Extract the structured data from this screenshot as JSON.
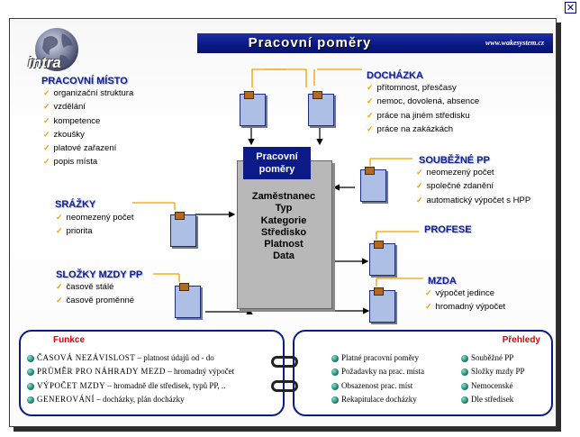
{
  "title": "Pracovní poměry",
  "site": "www.wakesystem.cz",
  "logo_text": "intra",
  "center": {
    "header": [
      "Pracovní",
      "poměry"
    ],
    "items": [
      "Zaměstnanec",
      "Typ",
      "Kategorie",
      "Středisko",
      "Platnost",
      "Data"
    ]
  },
  "sections": {
    "pracovni_misto": {
      "title": "PRACOVNÍ MÍSTO",
      "items": [
        "organizační struktura",
        "vzdělání",
        "kompetence",
        "zkoušky",
        "platové zařazení",
        "popis místa"
      ]
    },
    "dochazka": {
      "title": "DOCHÁZKA",
      "items": [
        "přítomnost, přesčasy",
        "nemoc, dovolená, absence",
        "práce na jiném středisku",
        "práce na zakázkách"
      ]
    },
    "soubezne": {
      "title": "SOUBĚŽNÉ PP",
      "items": [
        "neomezený počet",
        "společné zdanění",
        "automatický výpočet s HPP"
      ]
    },
    "srazky": {
      "title": "SRÁŽKY",
      "items": [
        "neomezený počet",
        "priorita"
      ]
    },
    "profese": {
      "title": "PROFESE"
    },
    "slozky": {
      "title": "SLOŽKY MZDY PP",
      "items": [
        "časově stálé",
        "časově proměnné"
      ]
    },
    "mzda": {
      "title": "MZDA",
      "items": [
        "výpočet jedince",
        "hromadný výpočet"
      ]
    }
  },
  "funkce": {
    "title": "Funkce",
    "items": [
      {
        "lead": "ČASOVÁ NEZÁVISLOST",
        "rest": " – platnost údajů od - do"
      },
      {
        "lead": "PRŮMĚR PRO NÁHRADY MEZD",
        "rest": " – hromadný výpočet"
      },
      {
        "lead": "VÝPOČET MZDY",
        "rest": " – hromadně dle středisek, typů PP, .."
      },
      {
        "lead": "GENEROVÁNÍ",
        "rest": " – docházky, plán docházky"
      }
    ]
  },
  "prehledy": {
    "title": "Přehledy",
    "col1": [
      "Platné pracovní poměry",
      "Požadavky na prac. místa",
      "Obsazenost prac. míst",
      "Rekapitulace docházky"
    ],
    "col2": [
      "Souběžné PP",
      "Složky mzdy PP",
      "Nemocenské",
      "Dle středisek"
    ]
  },
  "close_label": "✕"
}
